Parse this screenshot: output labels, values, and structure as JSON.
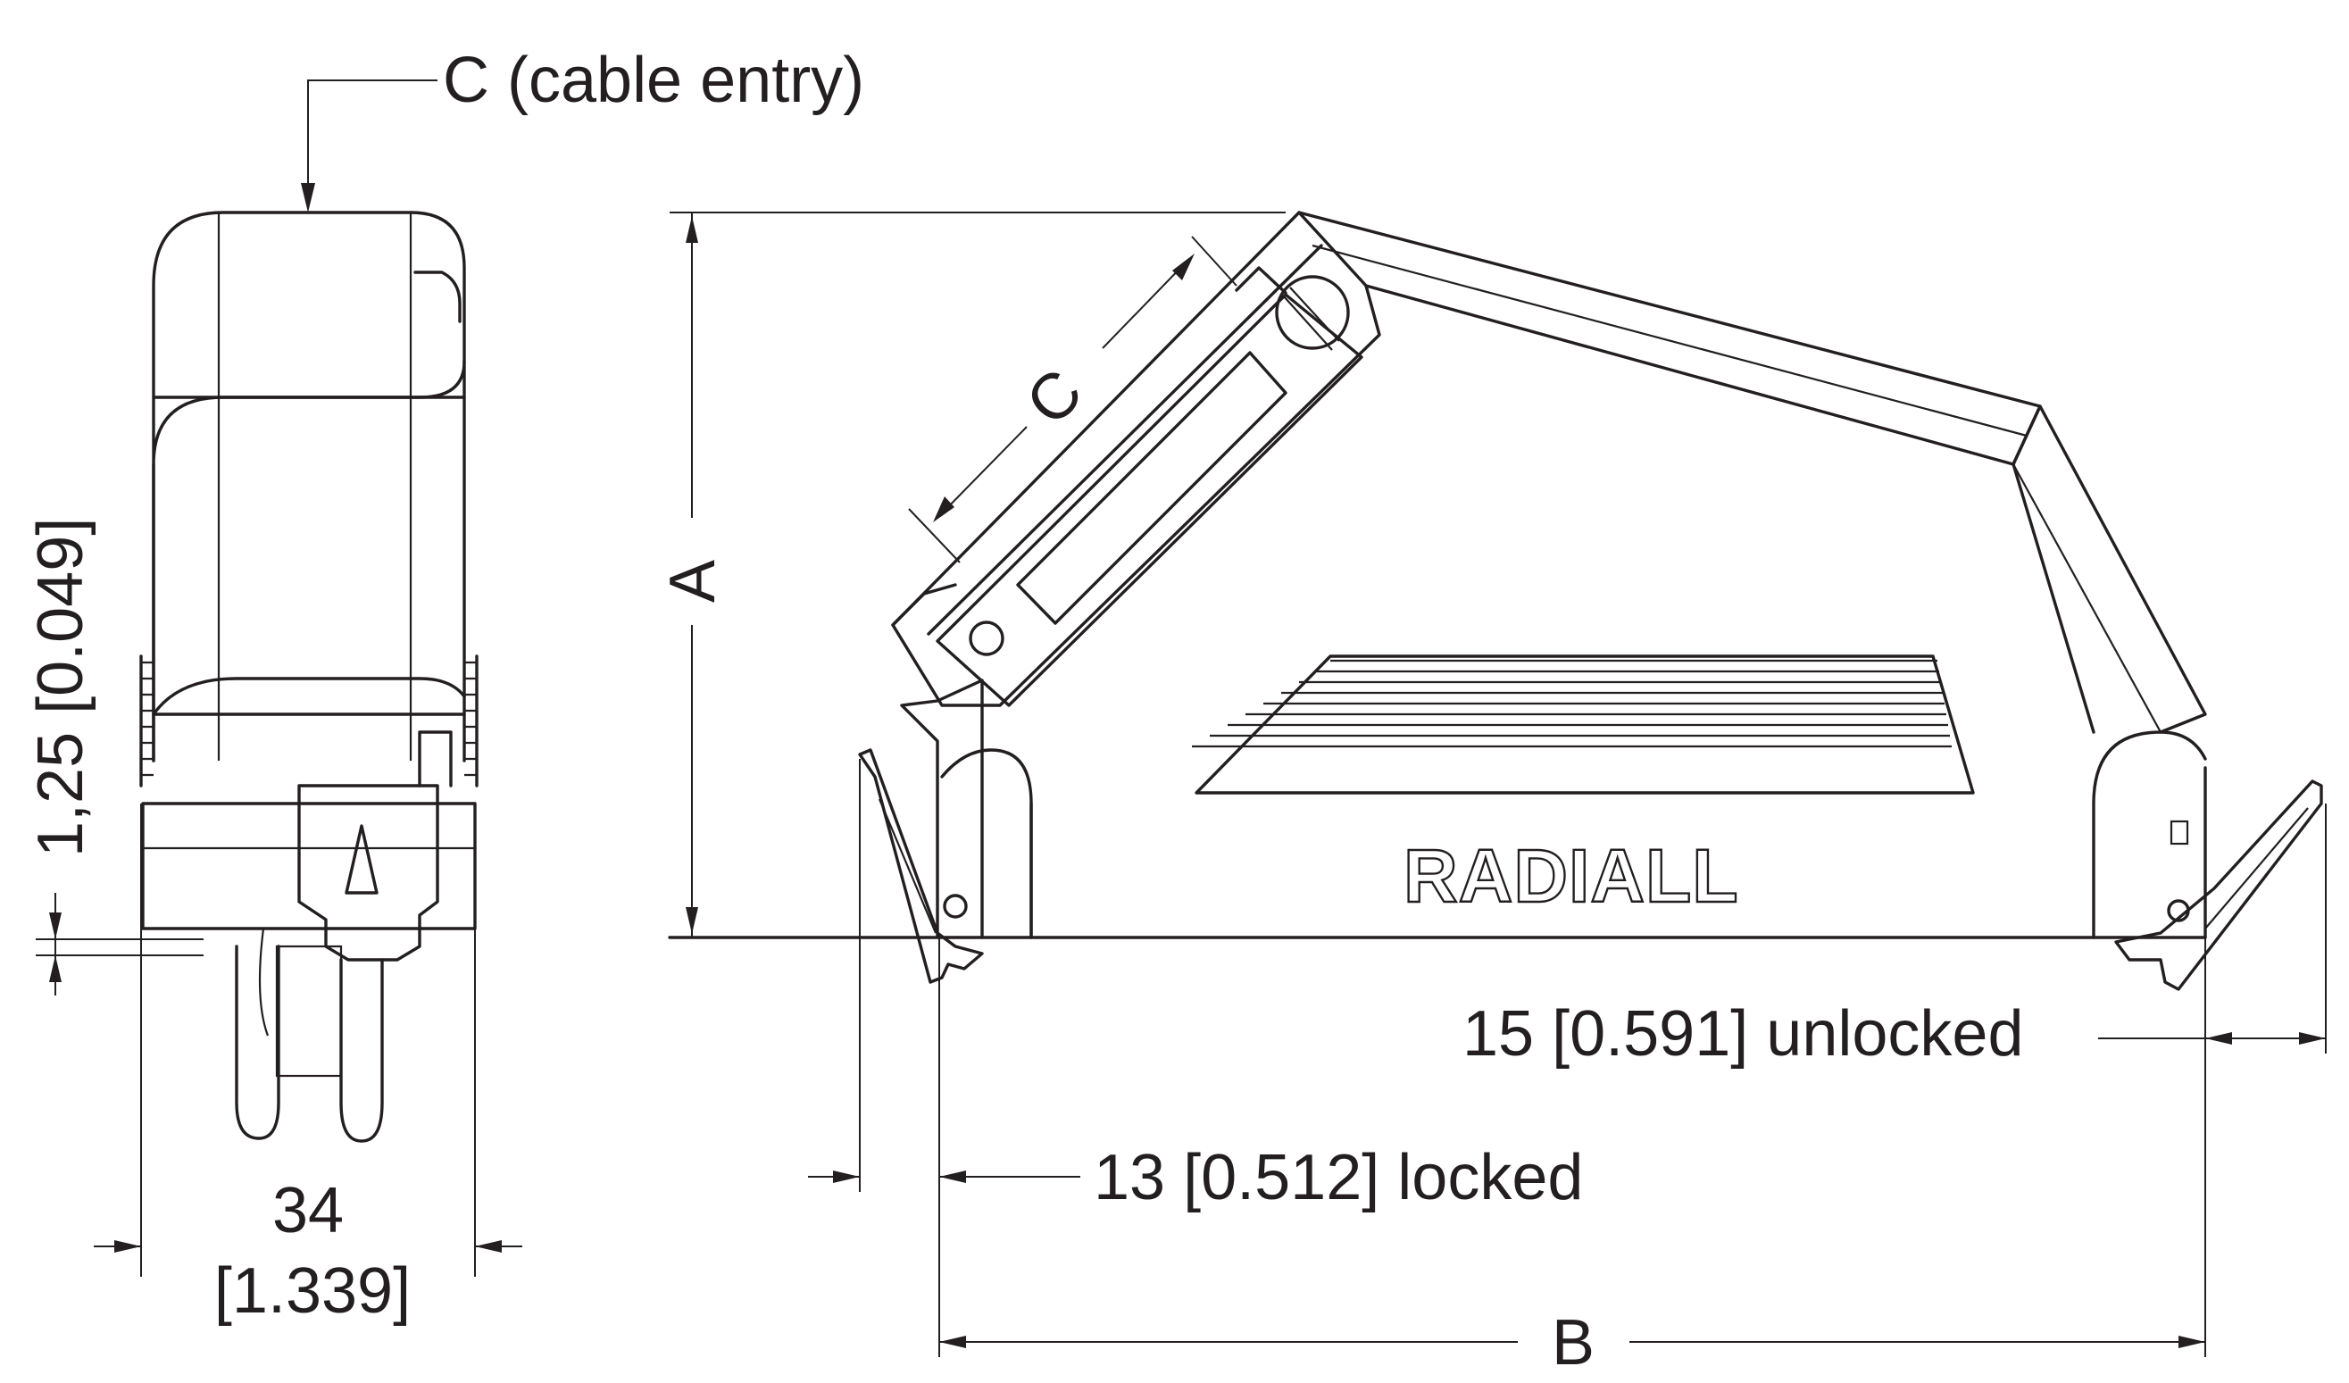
{
  "labels": {
    "cable_entry": "C (cable entry)",
    "thickness": "1,25 [0.049]",
    "width_mm": "34",
    "width_in": "[1.339]",
    "dim_a": "A",
    "dim_b": "B",
    "dim_c": "C",
    "unlocked": "15 [0.591] unlocked",
    "locked": "13 [0.512] locked"
  },
  "brand": "RADIALL"
}
